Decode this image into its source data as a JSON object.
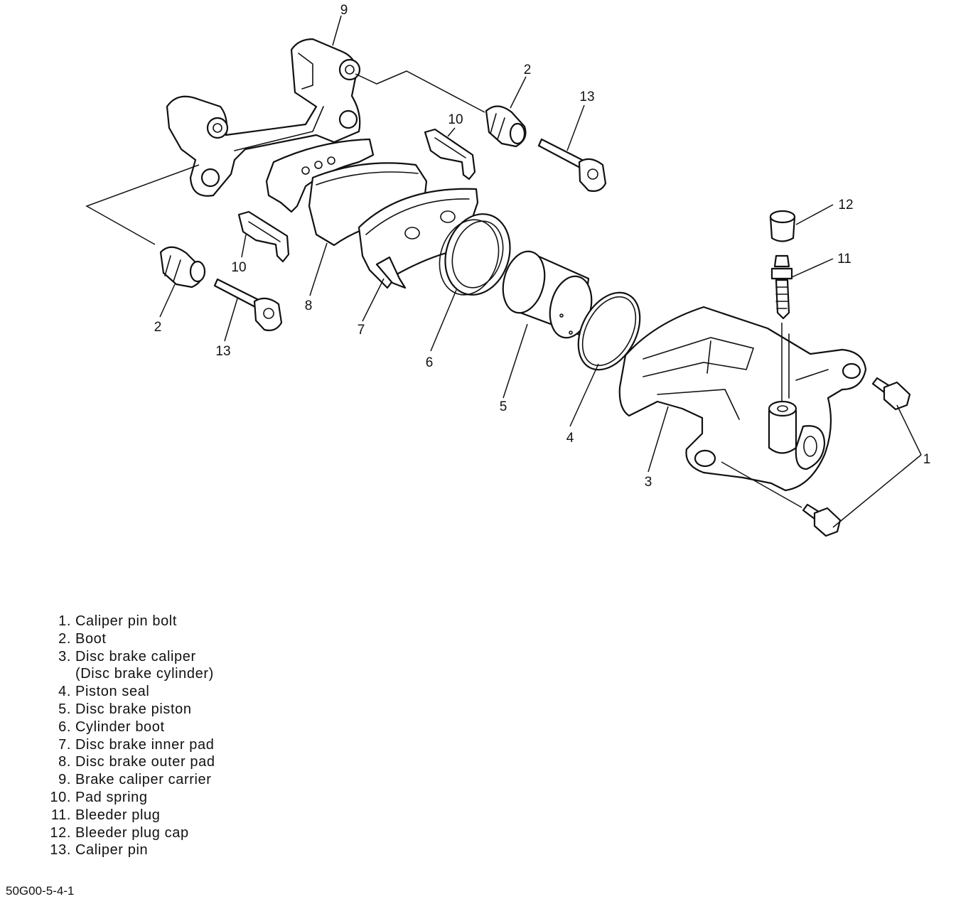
{
  "callouts": {
    "c9": "9",
    "c2_top": "2",
    "c13_top": "13",
    "c10_top": "10",
    "c12": "12",
    "c11": "11",
    "c10_left": "10",
    "c2_left": "2",
    "c13_left": "13",
    "c8": "8",
    "c7": "7",
    "c6": "6",
    "c5": "5",
    "c4": "4",
    "c3": "3",
    "c1": "1"
  },
  "legend": [
    {
      "num": "1.",
      "text": "Caliper pin bolt"
    },
    {
      "num": "2.",
      "text": "Boot"
    },
    {
      "num": "3.",
      "text": "Disc brake caliper"
    },
    {
      "num": "",
      "text": "(Disc brake cylinder)"
    },
    {
      "num": "4.",
      "text": "Piston seal"
    },
    {
      "num": "5.",
      "text": "Disc brake piston"
    },
    {
      "num": "6.",
      "text": "Cylinder boot"
    },
    {
      "num": "7.",
      "text": "Disc brake inner pad"
    },
    {
      "num": "8.",
      "text": "Disc brake outer pad"
    },
    {
      "num": "9.",
      "text": "Brake caliper carrier"
    },
    {
      "num": "10.",
      "text": "Pad spring"
    },
    {
      "num": "11.",
      "text": "Bleeder plug"
    },
    {
      "num": "12.",
      "text": "Bleeder plug cap"
    },
    {
      "num": "13.",
      "text": "Caliper pin"
    }
  ],
  "figure_code": "50G00-5-4-1"
}
